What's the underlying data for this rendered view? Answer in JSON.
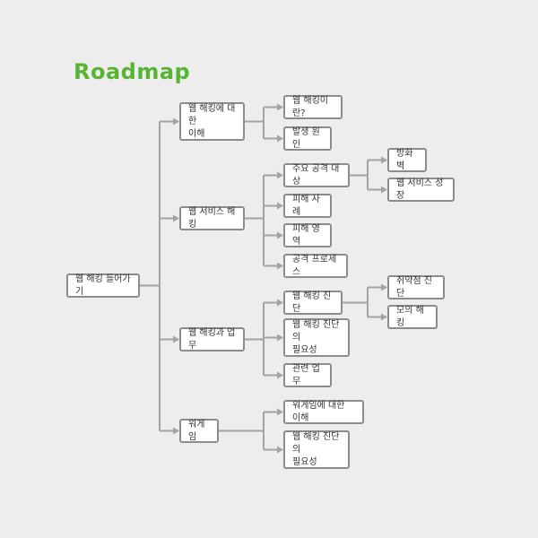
{
  "title": "Roadmap",
  "colors": {
    "title": "#57b533",
    "line": "#a3a3a3",
    "border": "#8c8c8c",
    "background": "#ededed"
  },
  "root": "웹 해킹 들어가기",
  "branches": [
    {
      "label": "웹 해킹에 대한\n이해",
      "children": [
        {
          "label": "웹 해킹이란?"
        },
        {
          "label": "발생 원인"
        }
      ]
    },
    {
      "label": "웹 서비스 해킹",
      "children": [
        {
          "label": "주요 공격 대상",
          "children": [
            "방화벽",
            "웹 서비스 성장"
          ]
        },
        {
          "label": "피해 사례"
        },
        {
          "label": "피해 영역"
        },
        {
          "label": "공격 프로세스"
        }
      ]
    },
    {
      "label": "웹 해킹과 업무",
      "children": [
        {
          "label": "웹 해킹 진단",
          "children": [
            "취약점 진단",
            "모의 해킹"
          ]
        },
        {
          "label": "웹 해킹 진단의\n필요성"
        },
        {
          "label": "관련 업무"
        }
      ]
    },
    {
      "label": "워게임",
      "children": [
        {
          "label": "워게임에 대한 이해"
        },
        {
          "label": "웹 해킹 진단의\n필요성"
        }
      ]
    }
  ]
}
